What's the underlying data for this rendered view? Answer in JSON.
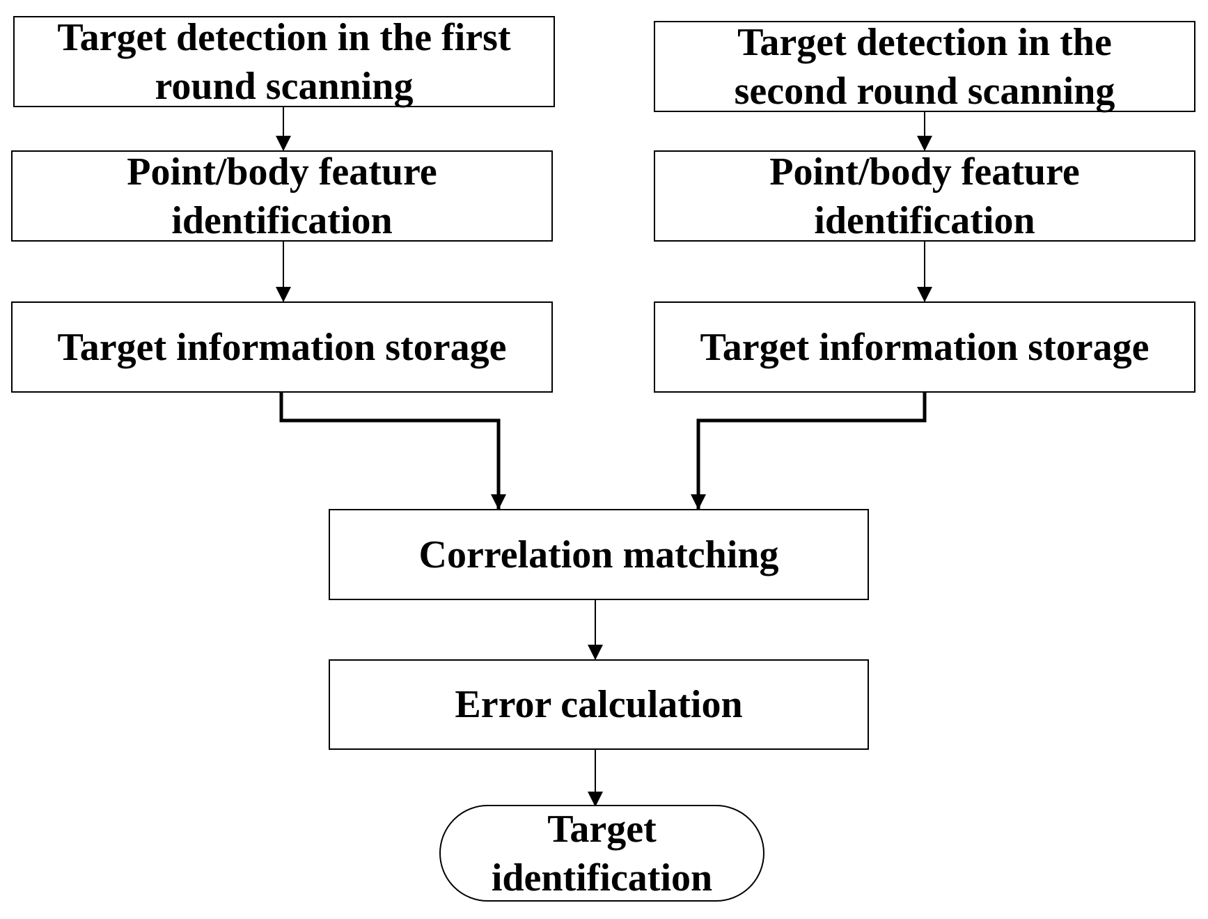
{
  "left_column": {
    "detection": [
      "Target detection in the first",
      "round scanning"
    ],
    "feature": [
      "Point/body feature",
      "identification"
    ],
    "storage": "Target information storage"
  },
  "right_column": {
    "detection": [
      "Target detection in the",
      "second round scanning"
    ],
    "feature": [
      "Point/body feature",
      "identification"
    ],
    "storage": "Target information storage"
  },
  "correlation": "Correlation matching",
  "error": "Error calculation",
  "result": [
    "Target",
    "identification"
  ],
  "colors": {
    "line": "#000000",
    "box_fill": "#ffffff"
  }
}
